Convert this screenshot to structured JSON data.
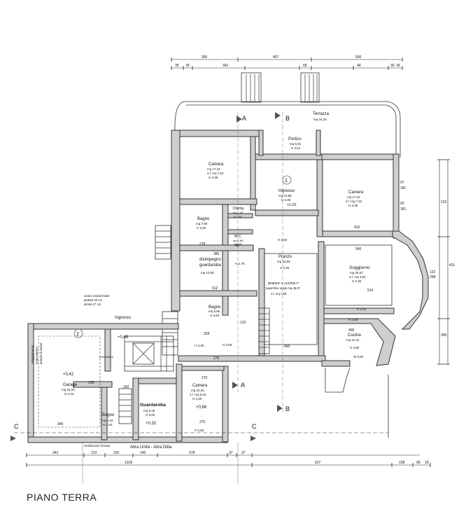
{
  "title": "PIANO TERRA",
  "top_dims_row1": [
    "356",
    "407",
    "500"
  ],
  "top_dims_row2": [
    "35",
    "18",
    "342",
    "58",
    "34",
    "30",
    "18"
  ],
  "bottom_dims_row1": [
    "342",
    "123",
    "165",
    "145",
    "278",
    "37",
    "37"
  ],
  "bottom_dims_row2": [
    "1318",
    "627",
    "158",
    "99",
    "18"
  ],
  "right_dims": [
    "97",
    "181",
    "92",
    "181",
    "122",
    "258",
    "300",
    "411",
    "122"
  ],
  "rooms": {
    "terrazza": {
      "name": "Terrazza",
      "area": "mq 34,15"
    },
    "portico": {
      "name": "Portico",
      "area": "mq 5,91",
      "h": "H 3,61"
    },
    "camera1": {
      "name": "Camera",
      "area": "mq 17,34",
      "sf": "s.f. mq 7,02",
      "h": "H 3,35"
    },
    "camera2": {
      "name": "Camera",
      "area": "mq 17,34",
      "sf": "s.f. mq 7,02",
      "h": "H 3,35"
    },
    "ingresso_int": {
      "name": "Ingresso",
      "area": "mq 10,88",
      "h": "H 3,35",
      "level": "+1,01"
    },
    "disimp": {
      "name": "Disimp.",
      "area": "mq 2,43",
      "h": "H 2,80"
    },
    "wc": {
      "name": "W.C.",
      "area": "mq 1,68",
      "h": "H 2,80"
    },
    "bagno1": {
      "name": "Bagno",
      "area": "mq 7,80",
      "h": "H 2,92"
    },
    "disimpegno": {
      "name": "disimpegno",
      "name2": "guardaroba",
      "area": "mq 10,80",
      "h": "H 2,79"
    },
    "pranzo": {
      "name": "Pranzo",
      "area": "mq 34,56",
      "h": "H 3,35",
      "h2": "H 2,82",
      "note": "pranzo + cucina =",
      "note2": "superficie totale mq 45,97",
      "sf": "s.f. mq 4,58"
    },
    "soggiorno": {
      "name": "Soggiorno",
      "area": "mq 29,67",
      "sf": "s.f. mq 4,64",
      "h": "H 3,35",
      "h2": "H 2,83"
    },
    "bagno2": {
      "name": "Bagno",
      "area": "mq 5,56",
      "h": "H 2,94"
    },
    "cucina": {
      "name": "Cucina",
      "area": "mq 11,41",
      "h": "H 2,80",
      "hl": "Hl 0,50",
      "h2": "H 2,68"
    },
    "stanza_h": {
      "h": "H 3,35",
      "h2": "H 2,80"
    },
    "ingresso_ext": {
      "name": "Ingresso",
      "level": "+0,48"
    },
    "garage": {
      "name": "Garage",
      "area": "mq 24,03",
      "h": "H 2,43",
      "level": "+0,42"
    },
    "guardaroba": {
      "name": "Guardaroba",
      "area": "mq 6,18",
      "h": "H 2,60",
      "level": "+0,32"
    },
    "bagno3": {
      "name": "Bagno",
      "area": "mq 6,18",
      "h": "H 2,60"
    },
    "camera3": {
      "name": "Camera",
      "area": "mq 24,55",
      "sf": "s.f. mq 5,15",
      "h": "H 2,90",
      "level": "+0,66",
      "h2": "H 2,80"
    }
  },
  "notes": {
    "scale_condo": "scala condominiale",
    "pedata": "pedata 30 cm",
    "alzata": "alzata 17 cm",
    "ventilazione": "ventilazione forzata",
    "altra_unita": "Altra Unità - Altra Ditta",
    "alloggiamento": "Alloggiamento",
    "alloggiamento2": "unità esterne",
    "alloggiamento3": "pompe di calore",
    "porta_interna": "porta interna"
  },
  "sections": {
    "a": "A",
    "b": "B",
    "c": "C"
  },
  "markers": [
    "1",
    "2"
  ],
  "misc_dims": [
    "278",
    "385",
    "40",
    "540",
    "514",
    "612",
    "400",
    "405",
    "123",
    "328",
    "279",
    "275",
    "270",
    "345",
    "160",
    "125",
    "410"
  ]
}
